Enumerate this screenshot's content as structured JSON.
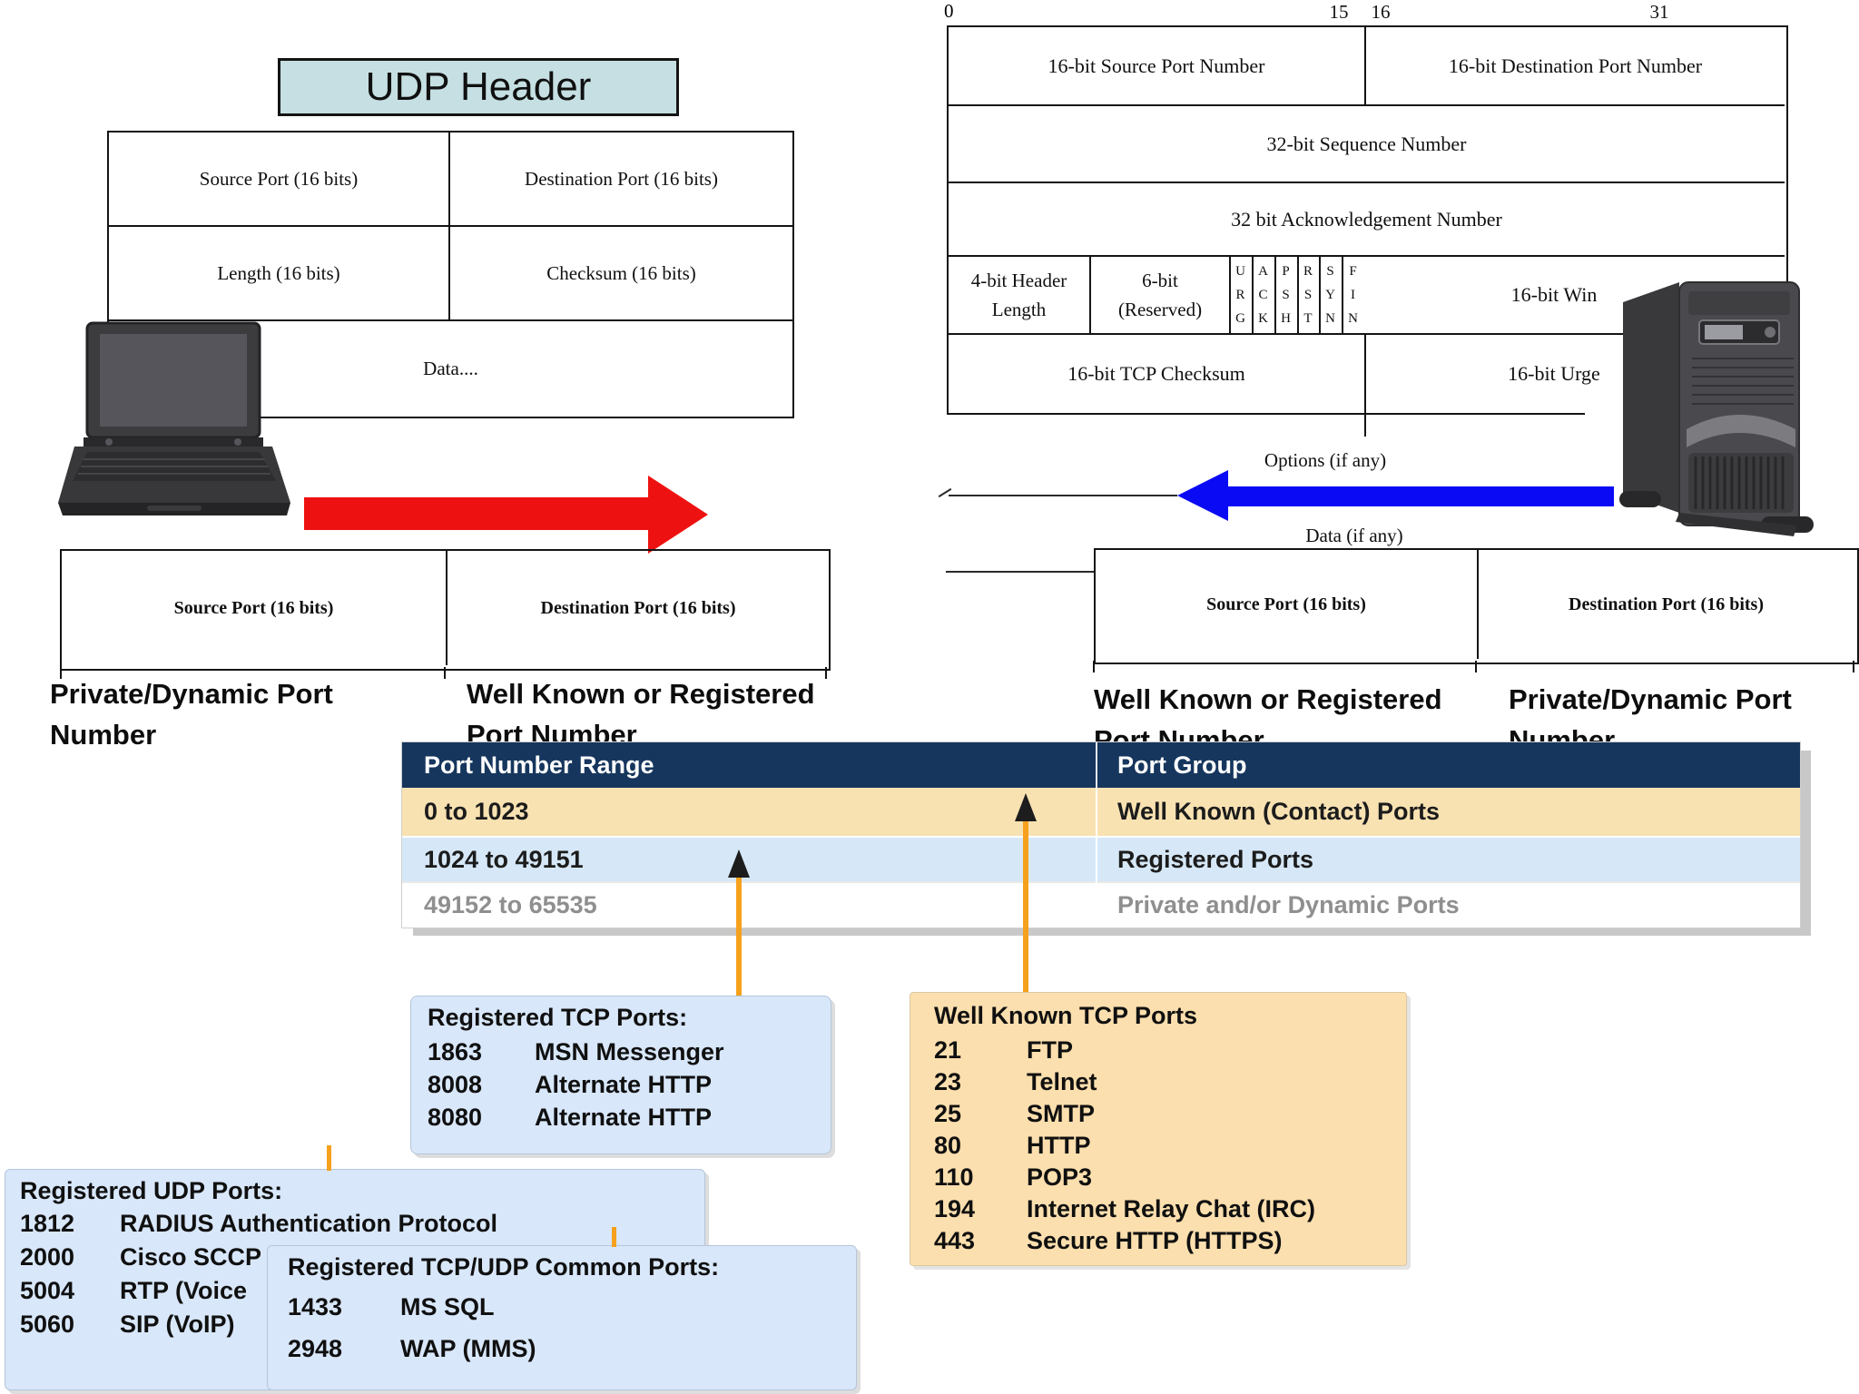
{
  "colors": {
    "udp_title_bg": "#c5dfe2",
    "table_border": "#141414",
    "navy_header": "#16365d",
    "row_orange": "#f9e2b2",
    "row_blue": "#d6e8f8",
    "row_white": "#ffffff",
    "row_gray_text": "#8f8f8f",
    "box_blue": "#d8e7fa",
    "box_orange": "#fcdfae",
    "arrow_red": "#ee1111",
    "arrow_blue": "#0a0af5",
    "arrow_orange": "#f6a11e"
  },
  "udp_header": {
    "title": "UDP Header",
    "source": "Source Port (16 bits)",
    "destination": "Destination Port (16 bits)",
    "length": "Length (16 bits)",
    "checksum": "Checksum (16 bits)",
    "data": "Data...."
  },
  "tcp_header": {
    "bit0": "0",
    "bit15": "15",
    "bit16": "16",
    "bit31": "31",
    "source": "16-bit Source Port Number",
    "destination": "16-bit Destination Port Number",
    "sequence": "32-bit Sequence Number",
    "ack": "32 bit Acknowledgement Number",
    "header_length": "4-bit Header\nLength",
    "reserved": "6-bit\n(Reserved)",
    "flags": [
      "U\nR\nG",
      "A\nC\nK",
      "P\nS\nH",
      "R\nS\nT",
      "S\nY\nN",
      "F\nI\nN"
    ],
    "window": "16-bit Win",
    "checksum": "16-bit TCP Checksum",
    "urgent": "16-bit Urge",
    "options": "Options (if any)",
    "data": "Data (if any)"
  },
  "udp_flow": {
    "source": "Source Port (16 bits)",
    "destination": "Destination Port (16 bits)",
    "label_left": "Private/Dynamic Port\nNumber",
    "label_right": "Well Known or Registered\nPort Number"
  },
  "tcp_flow": {
    "source": "Source Port (16 bits)",
    "destination": "Destination Port (16 bits)",
    "label_left": "Well Known or Registered\nPort Number",
    "label_right": "Private/Dynamic Port\nNumber"
  },
  "port_table": {
    "col_range": "Port Number Range",
    "col_group": "Port Group",
    "rows": [
      {
        "range": "0 to 1023",
        "group": "Well Known (Contact) Ports"
      },
      {
        "range": "1024 to 49151",
        "group": "Registered Ports"
      },
      {
        "range": "49152 to 65535",
        "group": "Private and/or Dynamic Ports"
      }
    ]
  },
  "registered_tcp_box": {
    "title": "Registered TCP Ports:",
    "ports": [
      {
        "num": "1863",
        "name": "MSN Messenger"
      },
      {
        "num": "8008",
        "name": "Alternate HTTP"
      },
      {
        "num": "8080",
        "name": "Alternate HTTP"
      }
    ]
  },
  "well_known_tcp_box": {
    "title": "Well Known TCP Ports",
    "ports": [
      {
        "num": "21",
        "name": "FTP"
      },
      {
        "num": "23",
        "name": "Telnet"
      },
      {
        "num": "25",
        "name": "SMTP"
      },
      {
        "num": "80",
        "name": "HTTP"
      },
      {
        "num": "110",
        "name": "POP3"
      },
      {
        "num": "194",
        "name": "Internet Relay Chat (IRC)"
      },
      {
        "num": "443",
        "name": "Secure HTTP (HTTPS)"
      }
    ]
  },
  "registered_udp_box": {
    "title": "Registered UDP Ports:",
    "ports": [
      {
        "num": "1812",
        "name": "RADIUS Authentication Protocol"
      },
      {
        "num": "2000",
        "name": "Cisco SCCP (VoIP)"
      },
      {
        "num": "5004",
        "name": "RTP (Voice"
      },
      {
        "num": "5060",
        "name": "SIP (VoIP)"
      }
    ]
  },
  "registered_common_box": {
    "title": "Registered TCP/UDP Common Ports:",
    "ports": [
      {
        "num": "1433",
        "name": "MS SQL"
      },
      {
        "num": "2948",
        "name": "WAP (MMS)"
      }
    ]
  }
}
